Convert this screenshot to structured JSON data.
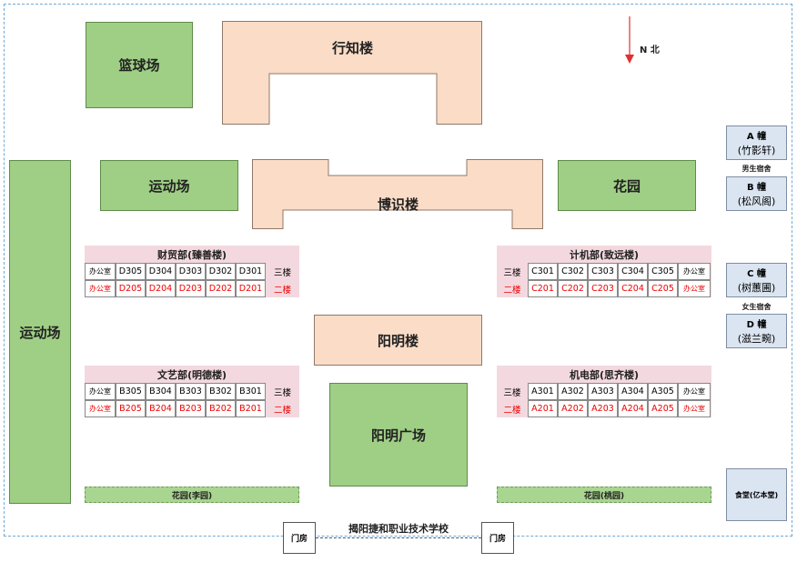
{
  "compass": {
    "label": "N 北"
  },
  "buildings": {
    "basketball": "篮球场",
    "xingzhi": "行知楼",
    "field_left": "运动场",
    "field_top": "运动场",
    "boshi": "博识楼",
    "garden": "花园",
    "yangming": "阳明楼",
    "yangming_square": "阳明广场"
  },
  "dorms": {
    "a_title": "A 幢",
    "a_name": "(竹影轩)",
    "boys": "男生宿舍",
    "b_title": "B 幢",
    "b_name": "(松风阁)",
    "c_title": "C 幢",
    "c_name": "(树蕙圃)",
    "girls": "女生宿舍",
    "d_title": "D 幢",
    "d_name": "(滋兰畹)",
    "canteen": "食堂(亿本堂)"
  },
  "depts": {
    "caimao": {
      "title": "财贸部(臻善楼)",
      "row3": [
        "办公室",
        "D305",
        "D304",
        "D303",
        "D302",
        "D301",
        "三楼"
      ],
      "row2": [
        "办公室",
        "D205",
        "D204",
        "D203",
        "D202",
        "D201",
        "二楼"
      ]
    },
    "wenyi": {
      "title": "文艺部(明德楼)",
      "row3": [
        "办公室",
        "B305",
        "B304",
        "B303",
        "B302",
        "B301",
        "三楼"
      ],
      "row2": [
        "办公室",
        "B205",
        "B204",
        "B203",
        "B202",
        "B201",
        "二楼"
      ]
    },
    "jiji": {
      "title": "计机部(致远楼)",
      "row3": [
        "三楼",
        "C301",
        "C302",
        "C303",
        "C304",
        "C305",
        "办公室"
      ],
      "row2": [
        "二楼",
        "C201",
        "C202",
        "C203",
        "C204",
        "C205",
        "办公室"
      ]
    },
    "jidian": {
      "title": "机电部(思齐楼)",
      "row3": [
        "三楼",
        "A301",
        "A302",
        "A303",
        "A304",
        "A305",
        "办公室"
      ],
      "row2": [
        "二楼",
        "A201",
        "A202",
        "A203",
        "A204",
        "A205",
        "办公室"
      ]
    }
  },
  "gardens": {
    "left": "花园(李园)",
    "right": "花园(桃园)"
  },
  "gate": {
    "school_name": "揭阳捷和职业技术学校",
    "guard_left": "门房",
    "guard_right": "门房"
  }
}
